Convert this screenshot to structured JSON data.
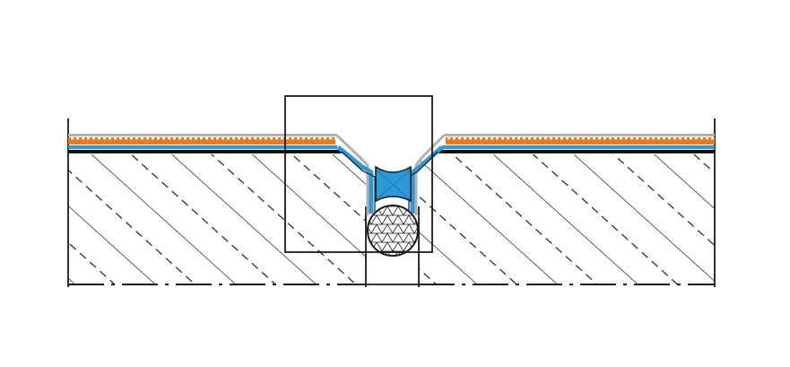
{
  "diagram": {
    "colors": {
      "background": "#ffffff",
      "line": "#1a1a1a",
      "top_coat": "#b0b0b0",
      "orange_layer": "#f07a1a",
      "blue_layer": "#2a9ad8",
      "sealant": "#2a9ad8"
    },
    "icons": [
      "concrete-slab-hatch",
      "backer-rod",
      "joint-sealant",
      "waterproofing-membrane"
    ]
  }
}
